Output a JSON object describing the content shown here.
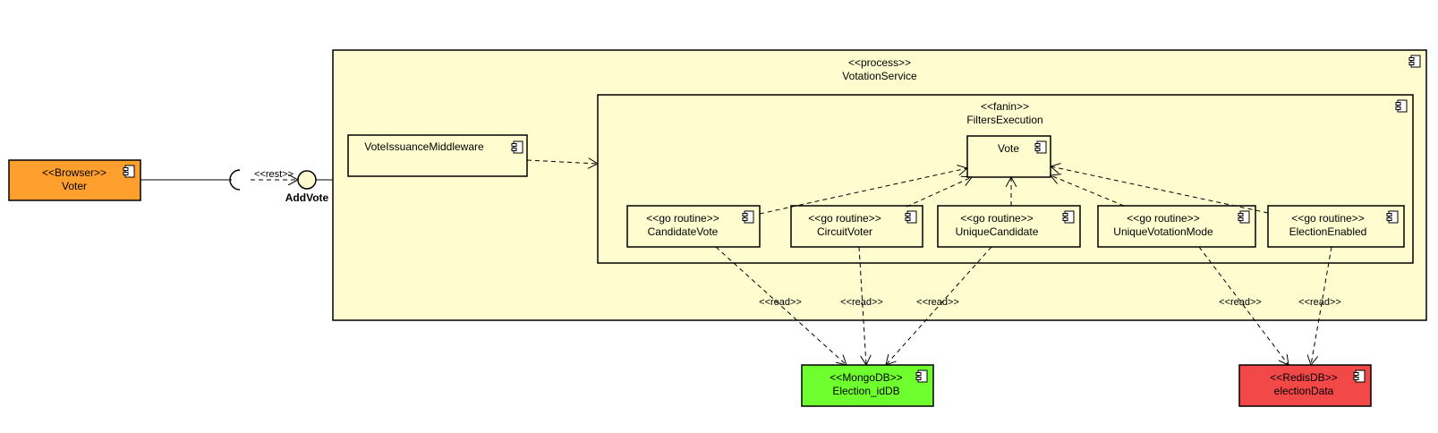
{
  "diagram": {
    "process": {
      "stereotype": "<<process>>",
      "name": "VotationService",
      "fill": "#FFFDD0"
    },
    "fanin": {
      "stereotype": "<<fanin>>",
      "name": "FiltersExecution"
    },
    "browser": {
      "stereotype": "<<Browser>>",
      "name": "Voter",
      "fill": "#FF9F2E"
    },
    "interface": {
      "name": "AddVote",
      "rest_label": "<<rest>>"
    },
    "middleware": {
      "name": "VoteIssuanceMiddleware"
    },
    "vote": {
      "name": "Vote"
    },
    "routines": [
      {
        "stereotype": "<<go routine>>",
        "name": "CandidateVote"
      },
      {
        "stereotype": "<<go routine>>",
        "name": "CircuitVoter"
      },
      {
        "stereotype": "<<go routine>>",
        "name": "UniqueCandidate"
      },
      {
        "stereotype": "<<go routine>>",
        "name": "UniqueVotationMode"
      },
      {
        "stereotype": "<<go routine>>",
        "name": "ElectionEnabled"
      }
    ],
    "mongo": {
      "stereotype": "<<MongoDB>>",
      "name": "Election_idDB",
      "fill": "#70FF2E"
    },
    "redis": {
      "stereotype": "<<RedisDB>>",
      "name": "electionData",
      "fill": "#F24848"
    },
    "read_labels": [
      "<<read>>",
      "<<read>>",
      "<<read>>",
      "<<read>>",
      "<<read>>"
    ]
  }
}
